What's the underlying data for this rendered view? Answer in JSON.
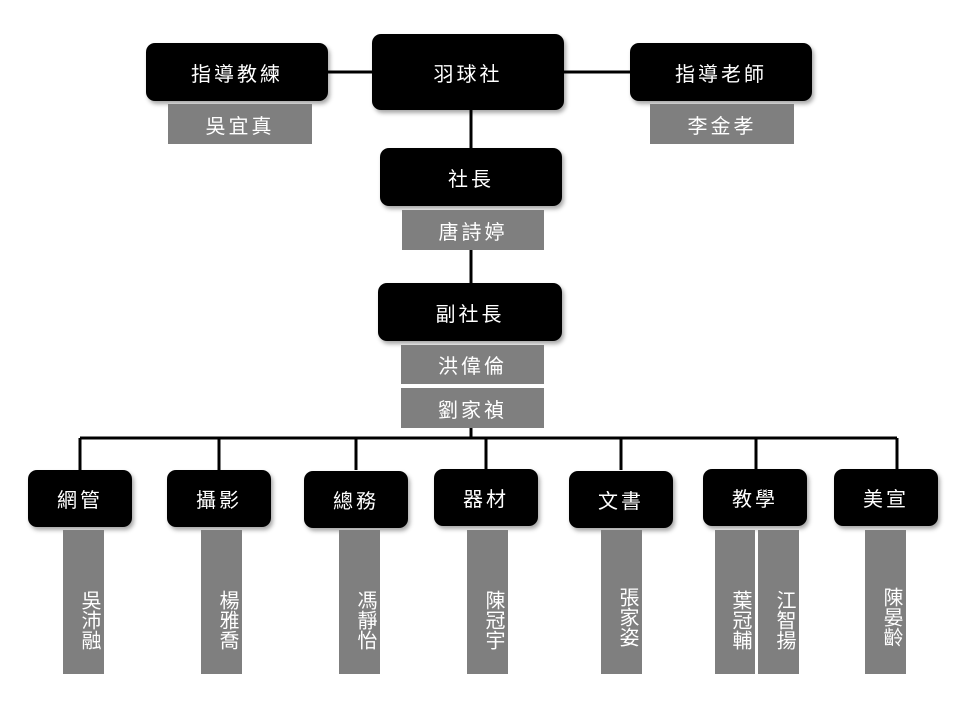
{
  "org": {
    "root": {
      "title": "羽球社"
    },
    "coach": {
      "title": "指導教練",
      "name": "吳宜真"
    },
    "advisor": {
      "title": "指導老師",
      "name": "李金孝"
    },
    "president": {
      "title": "社長",
      "name": "唐詩婷"
    },
    "vice": {
      "title": "副社長",
      "names": [
        "洪偉倫",
        "劉家禎"
      ]
    },
    "departments": [
      {
        "title": "網管",
        "members": [
          "吳沛融"
        ]
      },
      {
        "title": "攝影",
        "members": [
          "楊雅喬"
        ]
      },
      {
        "title": "總務",
        "members": [
          "馮靜怡"
        ]
      },
      {
        "title": "器材",
        "members": [
          "陳冠宇"
        ]
      },
      {
        "title": "文書",
        "members": [
          "張家姿"
        ]
      },
      {
        "title": "教學",
        "members": [
          "葉冠輔",
          "江智揚"
        ]
      },
      {
        "title": "美宣",
        "members": [
          "陳晏齡"
        ]
      }
    ]
  },
  "colors": {
    "box": "#000000",
    "name_box": "#7f7f7f",
    "text": "#ffffff",
    "line": "#000000"
  }
}
